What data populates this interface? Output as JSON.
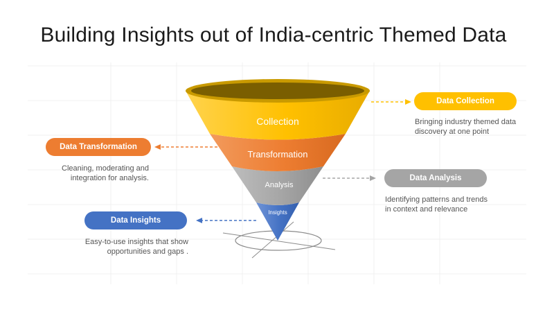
{
  "slide": {
    "title": "Building Insights out of India-centric Themed Data"
  },
  "funnel": {
    "layers": [
      {
        "label": "Collection",
        "color": "#FFC000"
      },
      {
        "label": "Transformation",
        "color": "#ED7D31"
      },
      {
        "label": "Analysis",
        "color": "#A5A5A5"
      },
      {
        "label": "Insights",
        "color": "#4472C4"
      }
    ]
  },
  "stages": {
    "collection": {
      "title": "Data Collection",
      "color": "#FFC000",
      "desc_line1": "Bringing industry themed data",
      "desc_line2": "discovery at one point"
    },
    "transformation": {
      "title": "Data Transformation",
      "color": "#ED7D31",
      "desc_line1": "Cleaning, moderating and",
      "desc_line2": "integration for analysis."
    },
    "analysis": {
      "title": "Data Analysis",
      "color": "#A5A5A5",
      "desc_line1": "Identifying patterns and trends",
      "desc_line2": "in context and relevance"
    },
    "insights": {
      "title": "Data Insights",
      "color": "#4472C4",
      "desc_line1": "Easy-to-use insights that show",
      "desc_line2": "opportunities and gaps ."
    }
  }
}
